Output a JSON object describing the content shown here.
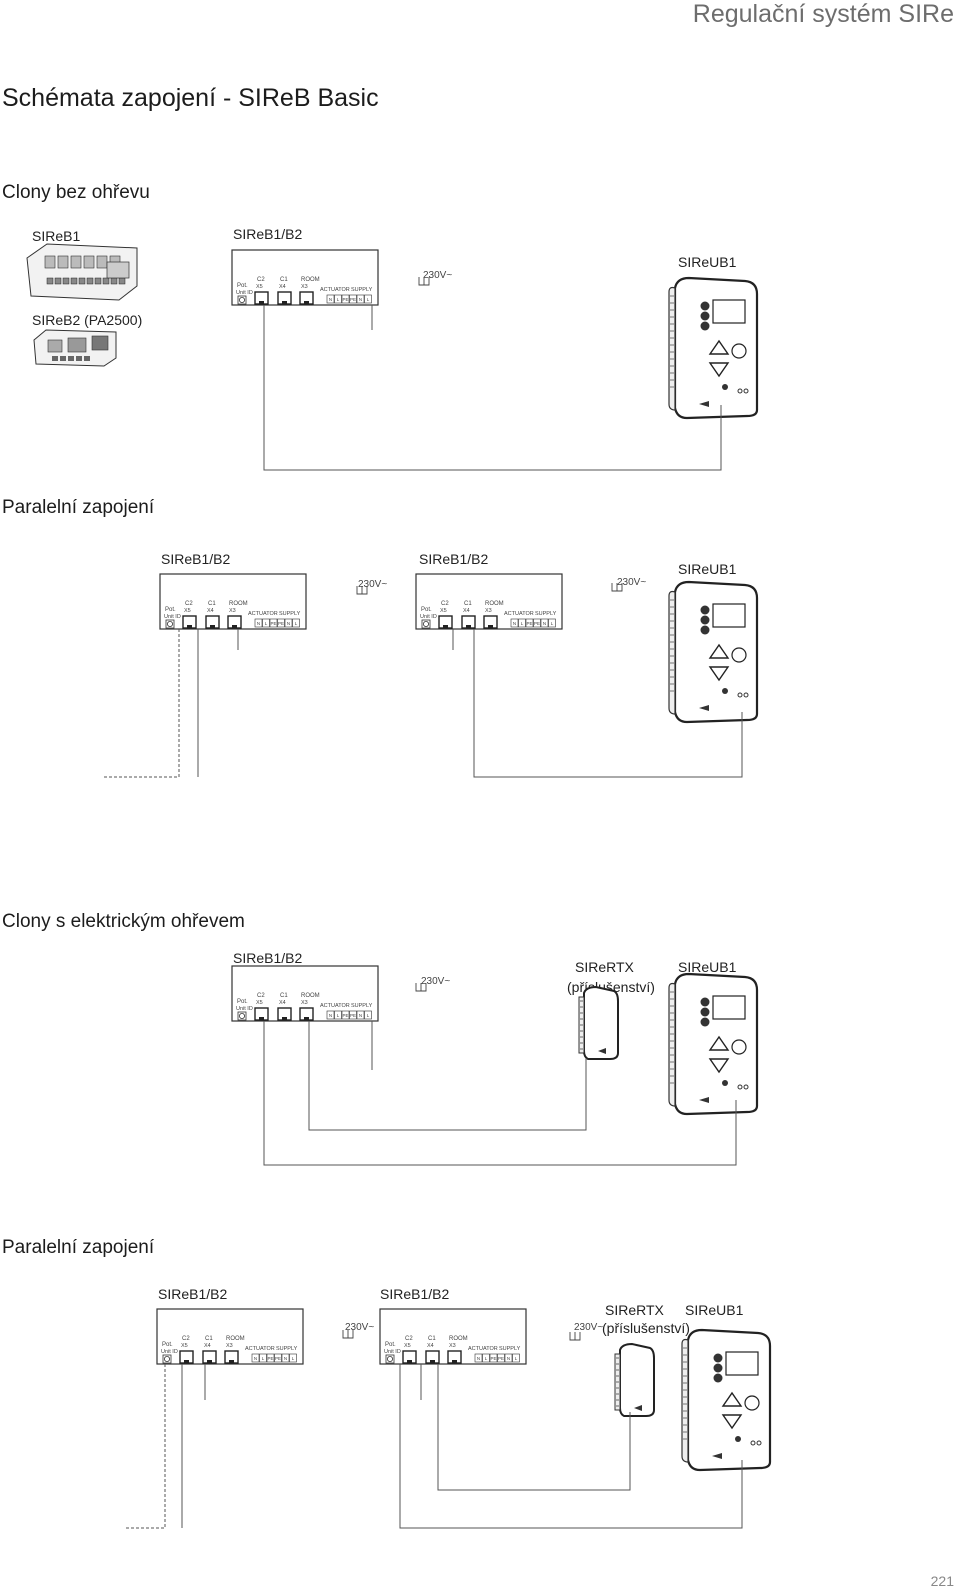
{
  "header": {
    "title": "Regulační systém SIRe"
  },
  "doc_title": "Schémata zapojení - SIReB Basic",
  "sections": [
    {
      "title": "Clony bez ohřevu"
    },
    {
      "title": "Paralelní zapojení"
    },
    {
      "title": "Clony s elektrickým ohřevem"
    },
    {
      "title": "Paralelní zapojení"
    }
  ],
  "labels": {
    "sireb1": "SIReB1",
    "sireb2": "SIReB2 (PA2500)",
    "sireb1b2": "SIReB1/B2",
    "sireub1": "SIReUB1",
    "sirertx": "SIReRTX",
    "prislusenstvi": "(příslušenství)",
    "v230": "230V~"
  },
  "controller_board": {
    "pot": "Pot.",
    "unit_id": "Unit ID",
    "c2": "C2",
    "x5": "X5",
    "c1": "C1",
    "x4": "X4",
    "room": "ROOM",
    "x3": "X3",
    "actuator": "ACTUATOR",
    "supply": "SUPPLY",
    "terminals": [
      "N",
      "L",
      "PE",
      "PE",
      "N",
      "L"
    ]
  },
  "page_number": "221"
}
